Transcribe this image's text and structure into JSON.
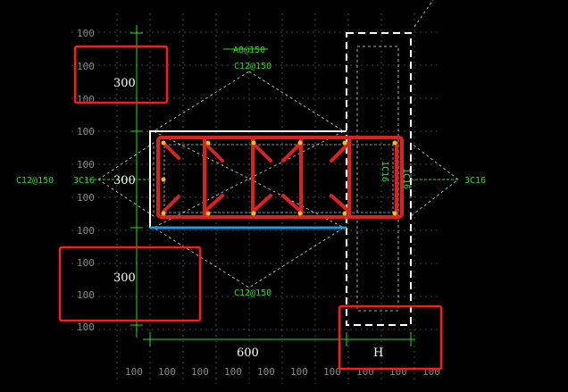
{
  "grid": {
    "row_labels": [
      "100",
      "100",
      "100",
      "100",
      "100",
      "100",
      "100",
      "100",
      "100",
      "100"
    ],
    "col_labels": [
      "100",
      "100",
      "100",
      "100",
      "100",
      "100",
      "100",
      "100",
      "100",
      "100"
    ]
  },
  "dims": {
    "top_box": "300",
    "mid_row": "300",
    "bottom_box": "300",
    "width": "600",
    "h_box": "H"
  },
  "rebar": {
    "top_stirrup": "A8@150",
    "top_dist": "C12@150",
    "left_dist": "C12@150",
    "left_main": "3C16",
    "right_main": "3C16",
    "bottom_dist": "C12@150",
    "vert_a": "1C16",
    "vert_b": "1C16"
  },
  "colors": {
    "background": "#000000",
    "rebar_red": "#e02020",
    "dim_green": "#22dd22",
    "grid_gray": "#4a4a4a",
    "highlight_red": "#ff1a1a",
    "edge_blue": "#1e9bdc",
    "outline_white": "#ffffff",
    "node_yellow": "#e6c21a"
  }
}
